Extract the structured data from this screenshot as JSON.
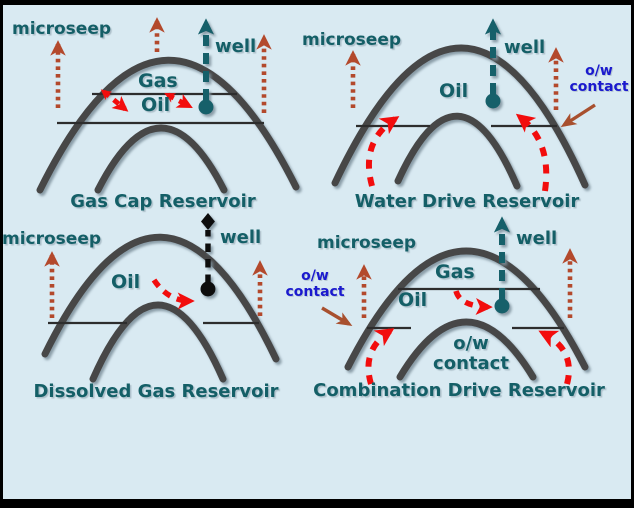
{
  "diagrams": {
    "gas_cap": {
      "title": "Gas Cap Reservoir",
      "microseep_label": "microseep",
      "well_label": "well",
      "gas_label": "Gas",
      "oil_label": "Oil"
    },
    "water_drive": {
      "title": "Water Drive Reservoir",
      "microseep_label": "microseep",
      "well_label": "well",
      "oil_label": "Oil",
      "ow_contact_label": "o/w\ncontact"
    },
    "dissolved_gas": {
      "title": "Dissolved Gas Reservoir",
      "microseep_label": "microseep",
      "well_label": "well",
      "oil_label": "Oil"
    },
    "combination_drive": {
      "title": "Combination Drive Reservoir",
      "microseep_label": "microseep",
      "well_label": "well",
      "gas_label": "Gas",
      "oil_label": "Oil",
      "ow_contact_left_label": "o/w\ncontact",
      "ow_contact_inner_label": "o/w\ncontact"
    }
  },
  "colors": {
    "background": "#d9eaf2",
    "border": "#000000",
    "teal_text": "#145f67",
    "well_teal": "#14606b",
    "well_black": "#101010",
    "microseep_arrow_rust": "#b3492c",
    "drive_arrow_red": "#f20d0d",
    "ow_contact_blue": "#1b1ace",
    "rock_arc_gray": "#474747",
    "contact_line": "#2d2d2d"
  }
}
